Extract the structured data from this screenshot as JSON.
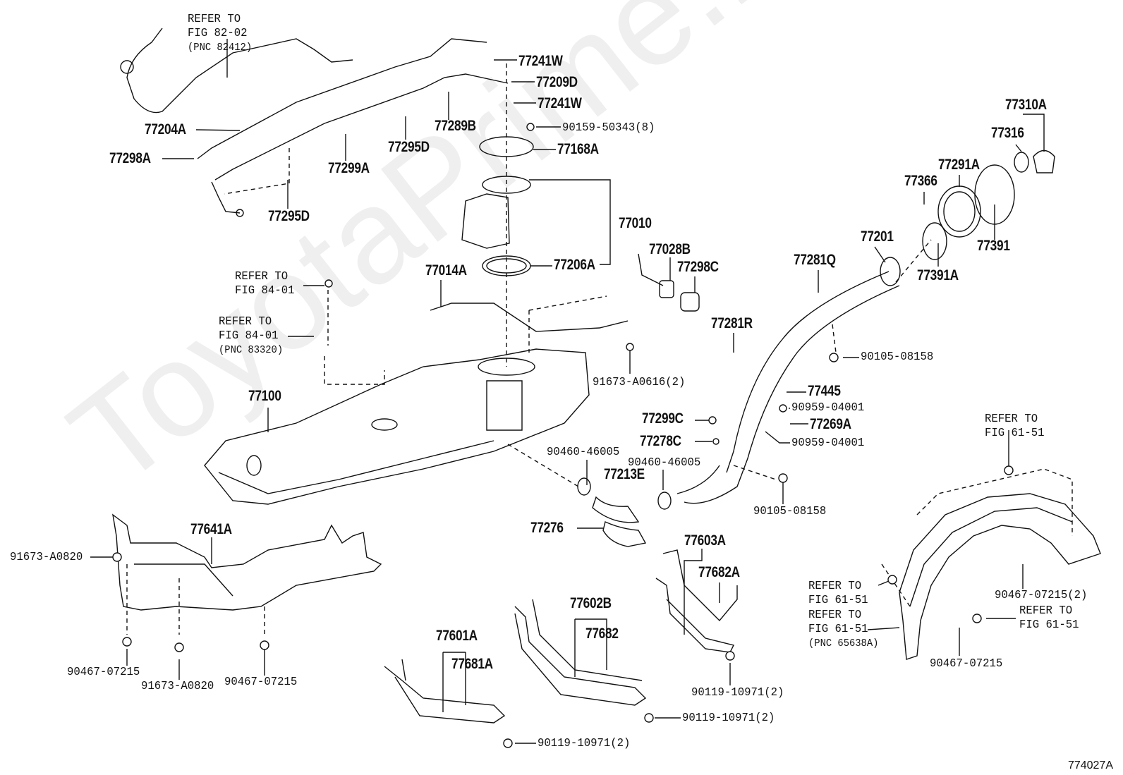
{
  "watermark": "ToyotaPrime.ru",
  "figure_code": "774027A",
  "labels": [
    "77241W",
    "77209D",
    "77241W",
    "77204A",
    "77289B",
    "90159-50343(8)",
    "77295D",
    "77168A",
    "77298A",
    "77299A",
    "77295D",
    "77010",
    "77206A",
    "77014A",
    "77028B",
    "77298C",
    "77281Q",
    "77201",
    "77366",
    "77291A",
    "77310A",
    "77316",
    "77391",
    "77391A",
    "77281R",
    "90105-08158",
    "91673-A0616(2)",
    "77100",
    "77445",
    "90959-04001",
    "77299C",
    "77269A",
    "77278C",
    "90959-04001",
    "90460-46005",
    "90460-46005",
    "77213E",
    "90105-08158",
    "77641A",
    "77276",
    "77603A",
    "77682A",
    "91673-A0820",
    "90467-07215(2)",
    "77602B",
    "77682",
    "77601A",
    "77681A",
    "90467-07215",
    "90467-07215",
    "91673-A0820",
    "90467-07215",
    "90119-10971(2)",
    "90119-10971(2)",
    "90119-10971(2)"
  ],
  "refer_notes": [
    {
      "line1": "REFER TO",
      "line2": "FIG 82-02",
      "line3": "(PNC 82412)"
    },
    {
      "line1": "REFER TO",
      "line2": "FIG 84-01"
    },
    {
      "line1": "REFER TO",
      "line2": "FIG 84-01",
      "line3": "(PNC 83320)"
    },
    {
      "line1": "REFER TO",
      "line2": "FIG 61-51"
    },
    {
      "line1": "REFER TO",
      "line2": "FIG 61-51"
    },
    {
      "line1": "REFER TO",
      "line2": "FIG 61-51",
      "line3": "(PNC 65638A)"
    },
    {
      "line1": "REFER TO",
      "line2": "FIG 61-51"
    }
  ]
}
